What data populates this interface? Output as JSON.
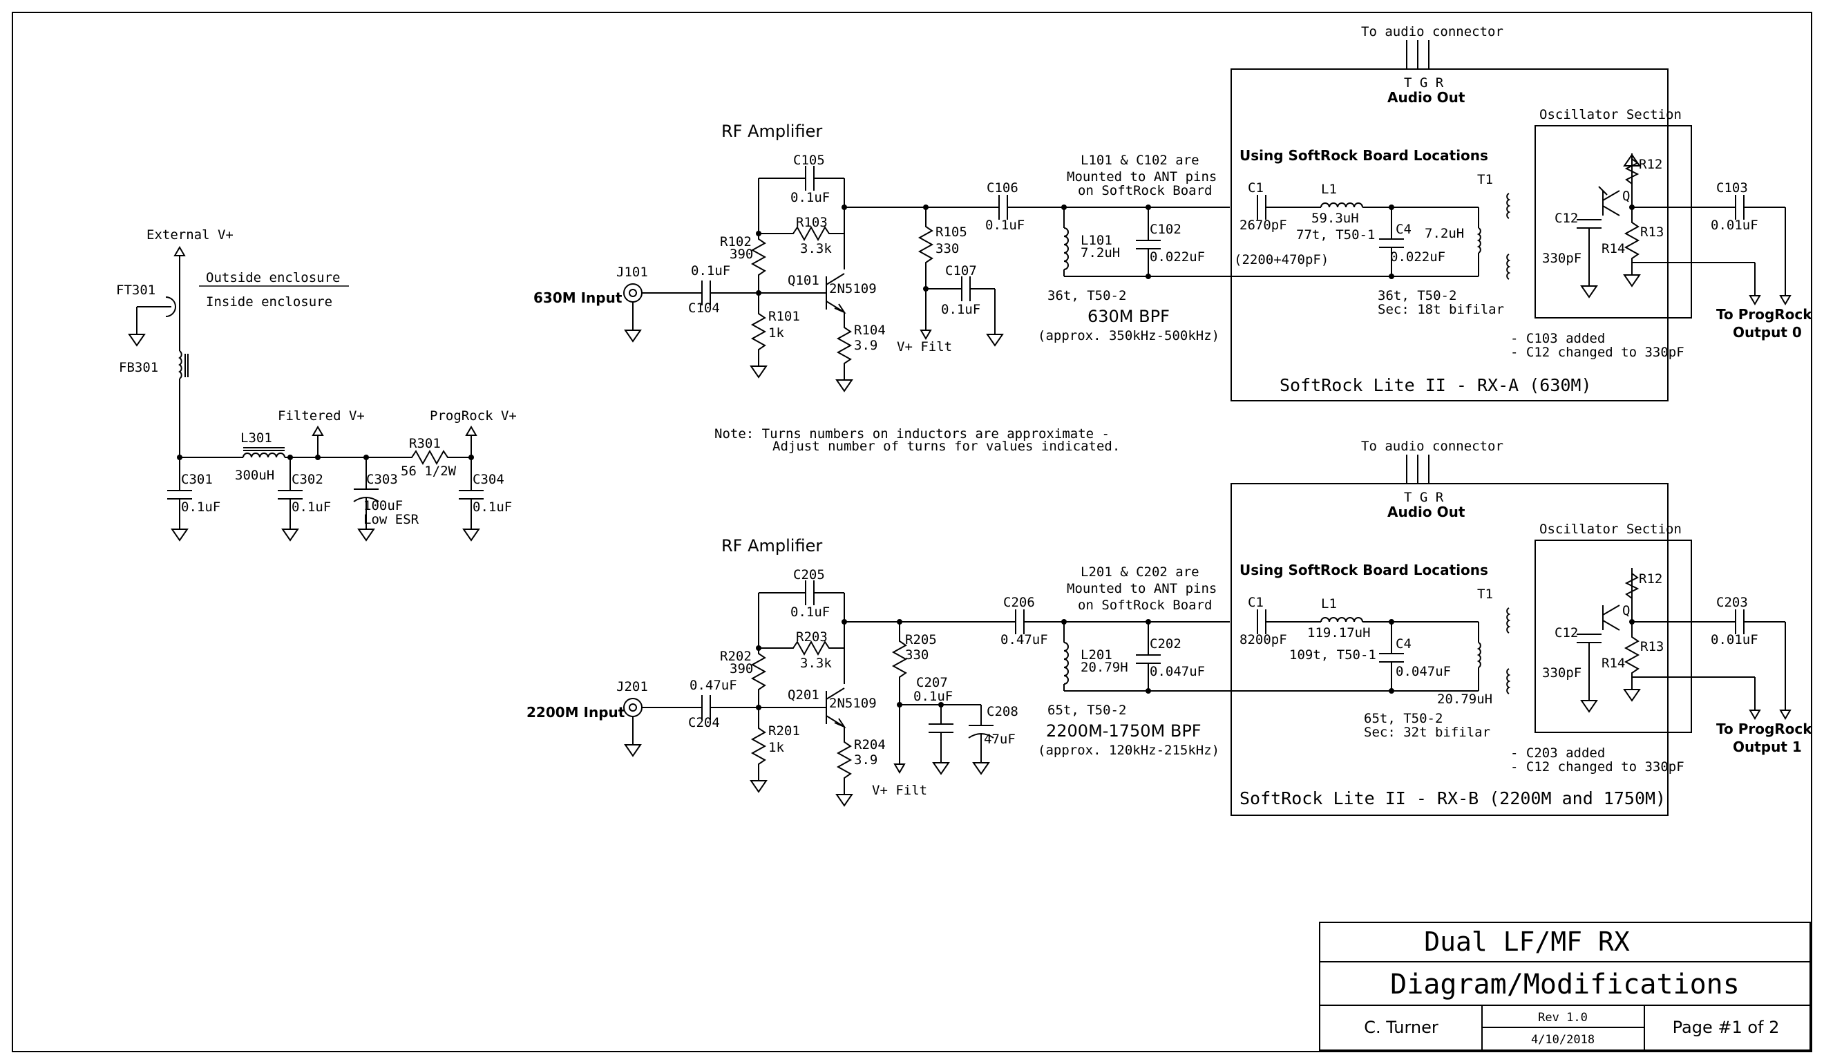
{
  "title_block": {
    "title": "Dual LF/MF RX",
    "subtitle": "Diagram/Modifications",
    "author": "C. Turner",
    "rev": "Rev 1.0",
    "date": "4/10/2018",
    "page": "Page #1 of 2"
  },
  "power": {
    "external_v": "External V+",
    "ft": "FT301",
    "outside": "Outside enclosure",
    "inside": "Inside enclosure",
    "fb": "FB301",
    "l301": "L301",
    "l301_val": "300uH",
    "filtered": "Filtered V+",
    "progrock": "ProgRock V+",
    "r301": "R301",
    "r301_val": "56  1/2W",
    "c301": "C301",
    "c301_val": "0.1uF",
    "c302": "C302",
    "c302_val": "0.1uF",
    "c303": "C303",
    "c303_val": "100uF",
    "c303_val2": "Low ESR",
    "c304": "C304",
    "c304_val": "0.1uF"
  },
  "note": {
    "line1": "Note:  Turns numbers on inductors are approximate -",
    "line2": "Adjust number of turns for values indicated."
  },
  "ch1": {
    "rf_amp": "RF Amplifier",
    "c105": "C105",
    "c105_val": "0.1uF",
    "r102": "R102",
    "r102_val": "390",
    "r103": "R103",
    "r103_val": "3.3k",
    "j101": "J101",
    "input": "630M Input",
    "c104_val": "0.1uF",
    "c104": "C104",
    "q101": "Q101",
    "q_part": "2N5109",
    "r101": "R101",
    "r101_val": "1k",
    "r104": "R104",
    "r104_val": "3.9",
    "r105": "R105",
    "r105_val": "330",
    "c106": "C106",
    "c106_val": "0.1uF",
    "c107": "C107",
    "c107_val": "0.1uF",
    "vfilt": "V+ Filt",
    "mount1": "L101 & C102 are",
    "mount2": "Mounted to ANT pins",
    "mount3": "on SoftRock Board",
    "l101": "L101",
    "l101_val": "7.2uH",
    "c102": "C102",
    "c102_val": "0.022uF",
    "l101_turns": "36t, T50-2",
    "bpf": "630M BPF",
    "bpf_range": "(approx. 350kHz-500kHz)",
    "to_audio": "To audio connector",
    "tgr": "T G R",
    "audio_out": "Audio Out",
    "using": "Using SoftRock Board Locations",
    "c1": "C1",
    "c1_val": "2670pF",
    "c1_note": "(2200+470pF)",
    "l1": "L1",
    "l1_val": "59.3uH",
    "l1_turns": "77t, T50-1",
    "c4": "C4",
    "c4_val": "0.022uF",
    "t1": "T1",
    "t1_val": "7.2uH",
    "t1_turns": "36t, T50-2",
    "t1_sec": "Sec:  18t bifilar",
    "osc": "Oscillator Section",
    "r12": "R12",
    "r13": "R13",
    "r14": "R14",
    "q": "Q",
    "c12": "C12",
    "c12_val": "330pF",
    "c103": "C103",
    "c103_val": "0.01uF",
    "to_prog": "To ProgRock",
    "output": "Output 0",
    "mod1": "- C103 added",
    "mod2": "- C12 changed to 330pF",
    "board": "SoftRock Lite II - RX-A (630M)"
  },
  "ch2": {
    "rf_amp": "RF Amplifier",
    "c205": "C205",
    "c205_val": "0.1uF",
    "r202": "R202",
    "r202_val": "390",
    "r203": "R203",
    "r203_val": "3.3k",
    "j201": "J201",
    "input": "2200M Input",
    "c204_val": "0.47uF",
    "c204": "C204",
    "q201": "Q201",
    "q_part": "2N5109",
    "r201": "R201",
    "r201_val": "1k",
    "r204": "R204",
    "r204_val": "3.9",
    "r205": "R205",
    "r205_val": "330",
    "c206": "C206",
    "c206_val": "0.47uF",
    "c207": "C207",
    "c207_val": "0.1uF",
    "c208": "C208",
    "c208_val": "47uF",
    "vfilt": "V+ Filt",
    "mount1": "L201 & C202 are",
    "mount2": "Mounted to ANT pins",
    "mount3": "on SoftRock Board",
    "l201": "L201",
    "l201_val": "20.79H",
    "c202": "C202",
    "c202_val": "0.047uF",
    "l201_turns": "65t, T50-2",
    "bpf": "2200M-1750M BPF",
    "bpf_range": "(approx. 120kHz-215kHz)",
    "to_audio": "To audio connector",
    "tgr": "T G R",
    "audio_out": "Audio Out",
    "using": "Using SoftRock Board Locations",
    "c1": "C1",
    "c1_val": "8200pF",
    "l1": "L1",
    "l1_val": "119.17uH",
    "l1_turns": "109t, T50-1",
    "c4": "C4",
    "c4_val": "0.047uF",
    "t1": "T1",
    "t1_val": "20.79uH",
    "t1_turns": "65t, T50-2",
    "t1_sec": "Sec:  32t bifilar",
    "osc": "Oscillator Section",
    "r12": "R12",
    "r13": "R13",
    "r14": "R14",
    "q": "Q",
    "c12": "C12",
    "c12_val": "330pF",
    "c203": "C203",
    "c203_val": "0.01uF",
    "to_prog": "To ProgRock",
    "output": "Output 1",
    "mod1": "- C203 added",
    "mod2": "- C12 changed to 330pF",
    "board": "SoftRock Lite II - RX-B (2200M and 1750M)"
  }
}
